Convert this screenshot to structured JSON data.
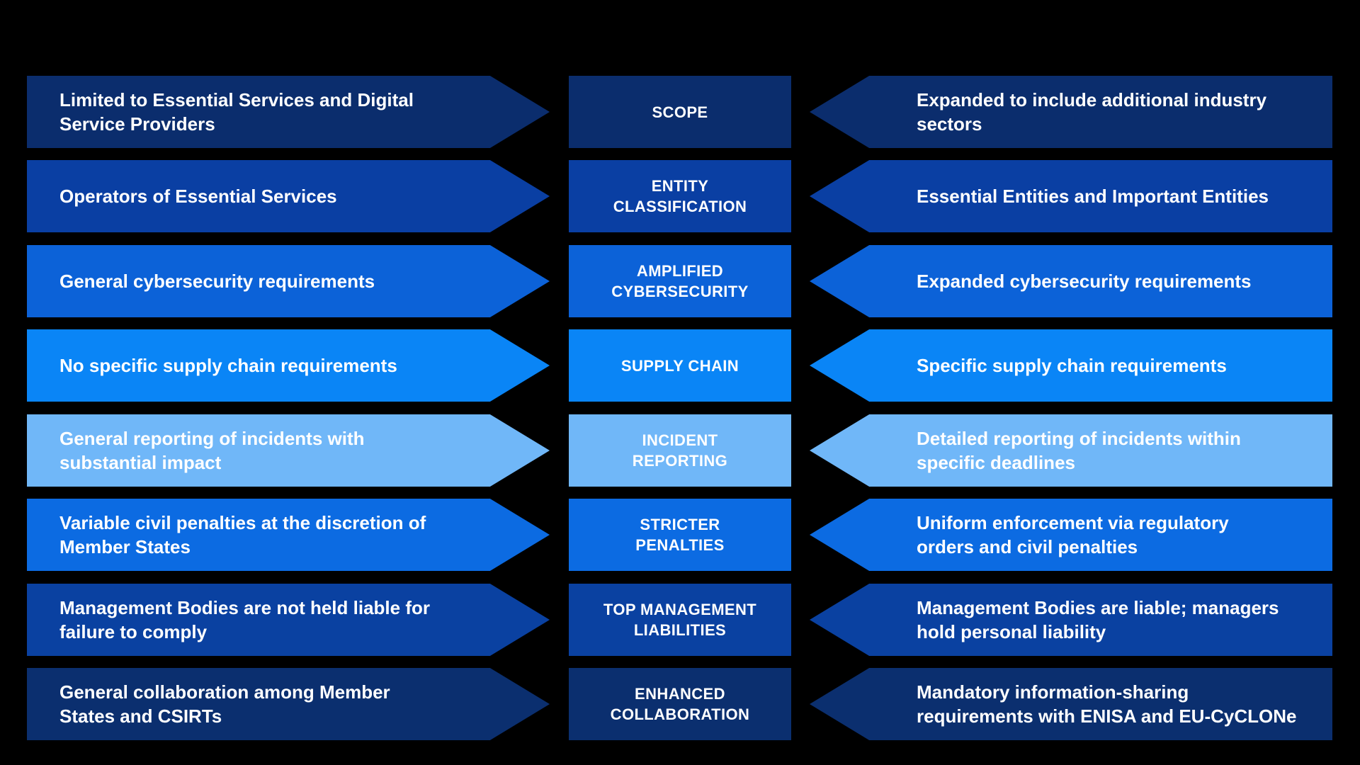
{
  "colors": {
    "background": "#000000",
    "text": "#ffffff"
  },
  "rows": [
    {
      "color": "#0b2d6d",
      "left": "Limited to Essential Services and Digital\nService Providers",
      "category": "SCOPE",
      "right": "Expanded to include additional industry\nsectors"
    },
    {
      "color": "#0a3fa3",
      "left": "Operators of Essential Services",
      "category": "ENTITY\nCLASSIFICATION",
      "right": "Essential Entities and Important Entities"
    },
    {
      "color": "#0c62d8",
      "left": "General cybersecurity requirements",
      "category": "AMPLIFIED\nCYBERSECURITY",
      "right": "Expanded cybersecurity requirements"
    },
    {
      "color": "#0a85f6",
      "left": "No specific supply chain requirements",
      "category": "SUPPLY CHAIN",
      "right": "Specific supply chain requirements"
    },
    {
      "color": "#70b7f8",
      "left": "General reporting of incidents with\nsubstantial impact",
      "category": "INCIDENT\nREPORTING",
      "right": "Detailed reporting of incidents within\nspecific deadlines"
    },
    {
      "color": "#0c6be2",
      "left": "Variable civil penalties at the discretion of\nMember States",
      "category": "STRICTER\nPENALTIES",
      "right": "Uniform enforcement via regulatory\norders and civil penalties"
    },
    {
      "color": "#0a41a1",
      "left": "Management Bodies are not held liable for\nfailure to comply",
      "category": "TOP MANAGEMENT\nLIABILITIES",
      "right": "Management Bodies are liable; managers\nhold personal liability"
    },
    {
      "color": "#0b2f6f",
      "left": "General collaboration among Member\nStates and CSIRTs",
      "category": "ENHANCED\nCOLLABORATION",
      "right": "Mandatory information-sharing\nrequirements with ENISA and EU-CyCLONe"
    }
  ]
}
